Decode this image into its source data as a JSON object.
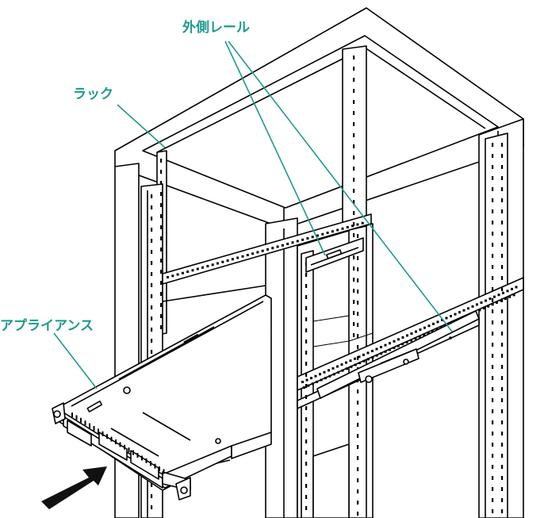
{
  "labels": {
    "outer_rail": "外側レール",
    "rack": "ラック",
    "appliance": "アプライアンス"
  },
  "colors": {
    "callout": "#1f9a8c",
    "line": "#000000",
    "arrow": "#111111"
  },
  "icons": {
    "insert_arrow": "arrow-icon"
  }
}
